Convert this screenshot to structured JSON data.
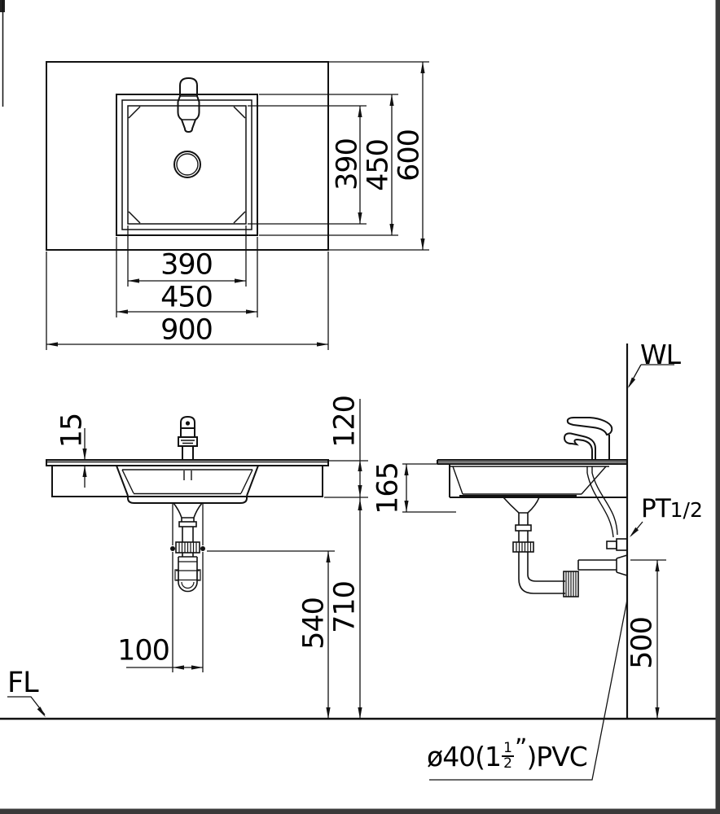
{
  "colors": {
    "line": "#111111",
    "background": "#ffffff"
  },
  "top_view": {
    "width_inner": "390",
    "width_mid": "450",
    "width_outer": "900",
    "height_inner": "390",
    "height_mid": "450",
    "height_outer": "600"
  },
  "front_view": {
    "counter_lip": "15",
    "counter_thickness": "120",
    "counter_height": "710",
    "bolt_height": "540",
    "bolt_spacing": "100",
    "floor_label": "FL"
  },
  "side_view": {
    "wall_label": "WL",
    "basin_depth": "165",
    "supply_thread": "PT",
    "supply_size": "1/2",
    "drain_height": "500",
    "drain_prefix": "ø40(1",
    "drain_frac_num": "1",
    "drain_frac_den": "2",
    "drain_quote": "”",
    "drain_suffix": ")PVC"
  }
}
